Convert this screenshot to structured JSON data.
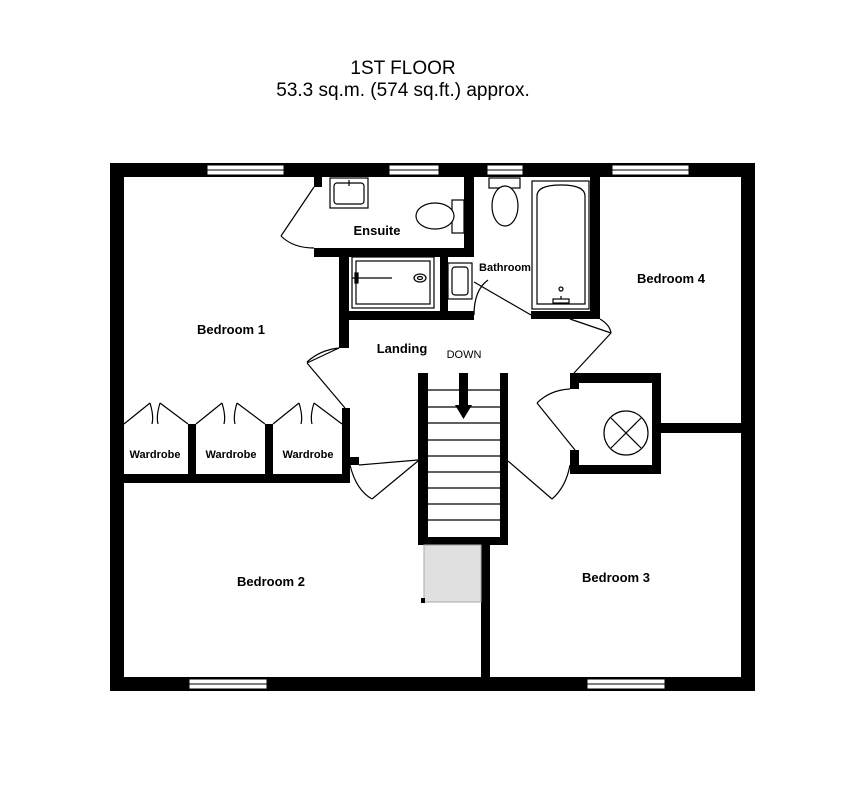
{
  "header": {
    "floor": "1ST FLOOR",
    "area": "53.3 sq.m. (574 sq.ft.) approx."
  },
  "rooms": {
    "ensuite": "Ensuite",
    "bathroom": "Bathroom",
    "bedroom1": "Bedroom 1",
    "bedroom2": "Bedroom 2",
    "bedroom3": "Bedroom 3",
    "bedroom4": "Bedroom 4",
    "landing": "Landing",
    "wardrobe1": "Wardrobe",
    "wardrobe2": "Wardrobe",
    "wardrobe3": "Wardrobe"
  },
  "stairs": {
    "direction": "DOWN"
  },
  "colors": {
    "wall": "#000000",
    "background": "#ffffff",
    "hatch": "#e0e0e0"
  }
}
